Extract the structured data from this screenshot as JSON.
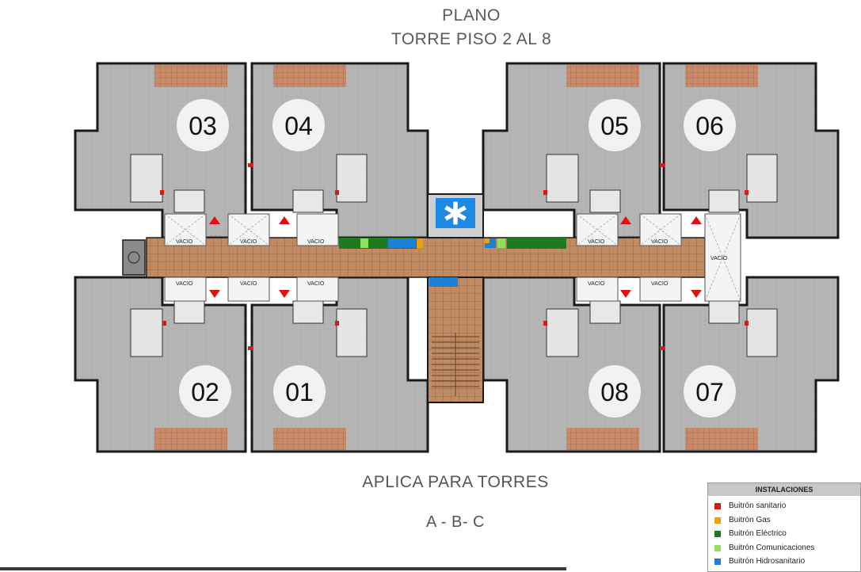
{
  "title": {
    "line1": "PLANO",
    "line2": "TORRE PISO 2 AL 8"
  },
  "units": [
    "03",
    "04",
    "05",
    "06",
    "02",
    "01",
    "08",
    "07"
  ],
  "void_label": "VACIO",
  "applies": {
    "line1": "APLICA PARA TORRES",
    "line2": "A - B- C"
  },
  "legend": {
    "title": "INSTALACIONES",
    "items": [
      {
        "label": "Buitrón sanitario",
        "color": "#d51a1a"
      },
      {
        "label": "Buitrón Gas",
        "color": "#f0a000"
      },
      {
        "label": "Buitrón Eléctrico",
        "color": "#1f7a1f"
      },
      {
        "label": "Buitrón Comunicaciones",
        "color": "#8fe05a"
      },
      {
        "label": "Buitrón  Hidrosanitario",
        "color": "#1e7fd6"
      }
    ]
  },
  "colors": {
    "floor": "#b9b9b9",
    "corridor": "#c08b62",
    "balcony": "#c98a6a",
    "wall": "#1a1a1a",
    "arrow": "#e01010",
    "elevator_icon": "#1e88e5"
  }
}
